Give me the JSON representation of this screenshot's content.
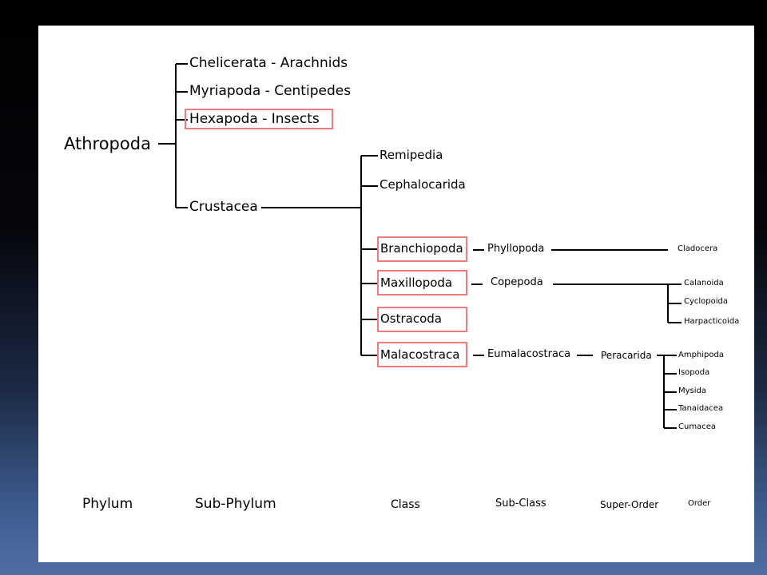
{
  "root": {
    "label": "Athropoda"
  },
  "subphyla": {
    "chelicerata": "Chelicerata - Arachnids",
    "myriapoda": "Myriapoda - Centipedes",
    "hexapoda": "Hexapoda - Insects",
    "crustacea": "Crustacea"
  },
  "classes": {
    "remipedia": "Remipedia",
    "cephalocarida": "Cephalocarida",
    "branchiopoda": "Branchiopoda",
    "maxillopoda": "Maxillopoda",
    "ostracoda": "Ostracoda",
    "malacostraca": "Malacostraca"
  },
  "subclasses": {
    "phyllopoda": "Phyllopoda",
    "copepoda": "Copepoda",
    "eumalacostraca": "Eumalacostraca"
  },
  "superorders": {
    "peracarida": "Peracarida"
  },
  "orders": {
    "cladocera": "Cladocera",
    "calanoida": "Calanoida",
    "cyclopoida": "Cyclopoida",
    "harpacticoida": "Harpacticoida",
    "amphipoda": "Amphipoda",
    "isopoda": "Isopoda",
    "mysida": "Mysida",
    "tanaidacea": "Tanaidacea",
    "cumacea": "Cumacea"
  },
  "rank_labels": {
    "phylum": "Phylum",
    "subphylum": "Sub-Phylum",
    "class": "Class",
    "subclass": "Sub-Class",
    "superorder": "Super-Order",
    "order": "Order"
  },
  "highlighted": [
    "Hexapoda - Insects",
    "Branchiopoda",
    "Maxillopoda",
    "Ostracoda",
    "Malacostraca"
  ],
  "colors": {
    "highlight_border": "#f07b7b",
    "line": "#000000",
    "slide_background": "#ffffff"
  }
}
